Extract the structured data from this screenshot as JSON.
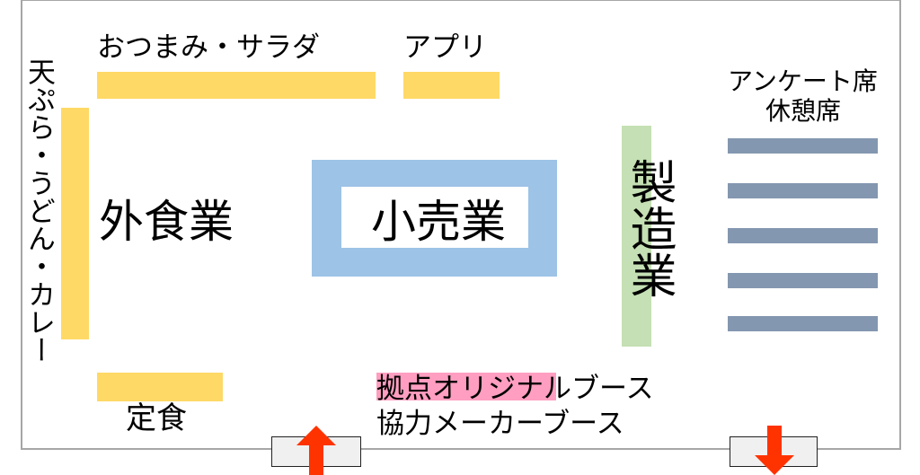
{
  "labels": {
    "snacks_salad": "おつまみ・サラダ",
    "app": "アプリ",
    "survey_rest": [
      "アンケート席",
      "休憩席"
    ],
    "tempura_udon_curry": "天ぷら・うどん・カレー",
    "food_service": "外食業",
    "retail": "小売業",
    "manufacturing": "製造業",
    "set_meal": "定食",
    "original_booth": "拠点オリジナルブース",
    "maker_booth": "協力メーカーブース"
  },
  "colors": {
    "food": "#FFD966",
    "retail": "#9DC3E6",
    "manufacturing": "#C5E0B4",
    "seating": "#8497B0",
    "original_highlight": "#FF9EC0",
    "arrow": "#FF3300"
  }
}
